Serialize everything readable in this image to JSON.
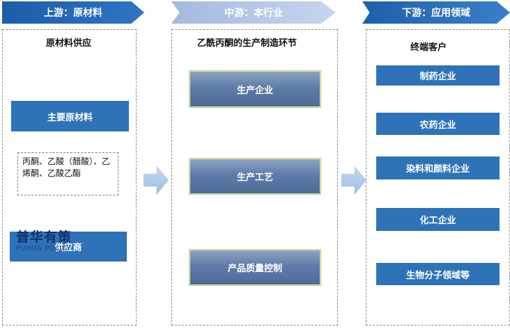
{
  "header": {
    "upstream": "上游：原材料",
    "midstream": "中游：本行业",
    "downstream": "下游：应用领域"
  },
  "upstream": {
    "title": "原材料供应",
    "main_materials": "主要原材料",
    "materials_list": "丙酮、乙酸（醋酸）、乙烯酮、乙酸乙酯",
    "supplier": "供应商"
  },
  "midstream": {
    "title": "乙酰丙酮的生产制造环节",
    "blocks": [
      "生产企业",
      "生产工艺",
      "产品质量控制"
    ]
  },
  "downstream": {
    "title": "终端客户",
    "blocks": [
      "制药企业",
      "农药企业",
      "染料和颜料企业",
      "化工企业",
      "生物分子领域等"
    ]
  },
  "watermark": {
    "name": "普华有策",
    "subtitle": "PUHUA POLICY"
  }
}
